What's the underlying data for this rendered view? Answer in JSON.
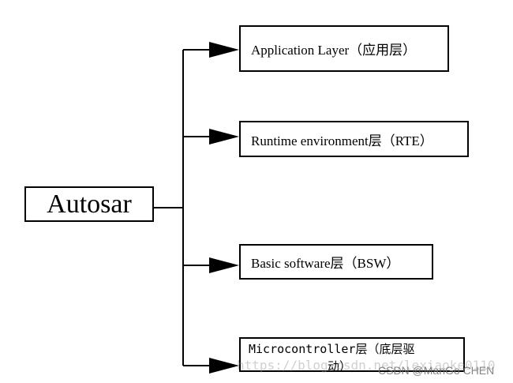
{
  "diagram": {
    "root": {
      "label": "Autosar"
    },
    "layers": [
      {
        "id": "app",
        "label": "Application Layer（应用层）"
      },
      {
        "id": "rte",
        "label": "Runtime environment层（RTE）"
      },
      {
        "id": "bsw",
        "label": "Basic software层（BSW）"
      },
      {
        "id": "mcal",
        "label_line1": "Microcontroller层（底层驱",
        "label_line2": "动）"
      }
    ]
  },
  "watermark": {
    "url": "https://blog.csdn.net/lexiaoke0110",
    "credit": "CSDN @ManGo CHEN"
  }
}
